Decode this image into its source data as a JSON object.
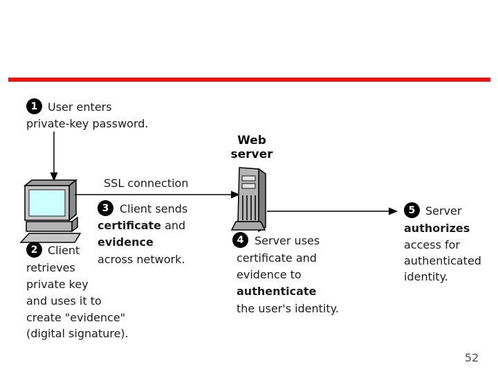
{
  "slide": {
    "page_number": "52"
  },
  "colors": {
    "divider": "#e21818",
    "screen": "#ccffff",
    "badge_bg": "#000000",
    "badge_fg": "#ffffff"
  },
  "diagram": {
    "web_server_label": {
      "line1": "Web",
      "line2": "server"
    },
    "ssl_label": "SSL connection",
    "icons": {
      "client": "client-computer-icon",
      "server": "web-server-tower-icon"
    },
    "steps": {
      "s1": {
        "badge": "1",
        "line1": "User enters",
        "line2": "private-key password."
      },
      "s2": {
        "badge": "2",
        "line1": "Client",
        "line2": "retrieves",
        "line3": "private key",
        "line4": "and uses it to",
        "line5": "create \"evidence\"",
        "line6": "(digital signature)."
      },
      "s3": {
        "badge": "3",
        "line1": "Client sends",
        "line2_bold": "certificate",
        "line2_rest": " and",
        "line3_bold": "evidence",
        "line4": "across network."
      },
      "s4": {
        "badge": "4",
        "line1": "Server uses",
        "line2": "certificate and",
        "line3": "evidence to",
        "line4_bold": "authenticate",
        "line5": "the user's identity."
      },
      "s5": {
        "badge": "5",
        "line1": "Server",
        "line2_bold": "authorizes",
        "line3": "access for",
        "line4": "authenticated",
        "line5": "identity."
      }
    }
  }
}
